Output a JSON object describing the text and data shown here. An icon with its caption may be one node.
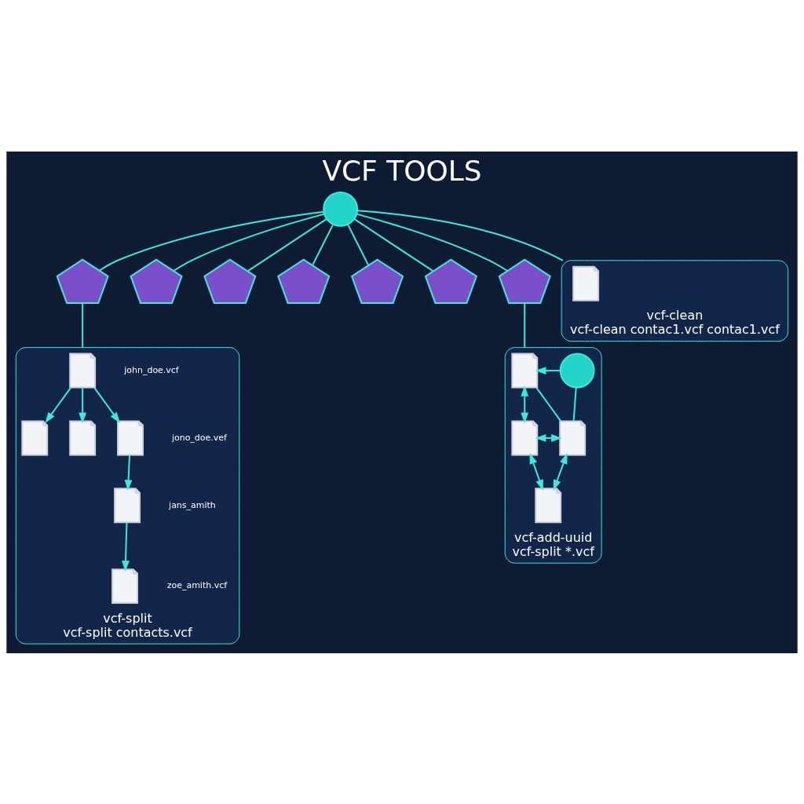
{
  "diagram": {
    "title": "VCF TOOLS",
    "nodes": [
      {
        "text": [],
        "shape": "circle"
      },
      {
        "text": [],
        "shape": "pentagon"
      },
      {
        "text": [],
        "shape": "pentagon"
      },
      {
        "text": [],
        "shape": "pentagon"
      },
      {
        "text": [],
        "shape": "pentagon"
      },
      {
        "text": [],
        "shape": "pentagon"
      },
      {
        "text": [],
        "shape": "pentagon"
      },
      {
        "text": [],
        "shape": "pentagon"
      },
      {
        "text": [
          "vcf-split",
          "vcf-split contacts.vcf"
        ]
      },
      {
        "text": [],
        "shape": "picture",
        "in": 8,
        "beside": [
          "john_doe.vcf"
        ]
      },
      {
        "text": [],
        "shape": "picture",
        "in": 8
      },
      {
        "text": [],
        "shape": "picture",
        "in": 8
      },
      {
        "text": [],
        "shape": "picture",
        "in": 8,
        "beside": [
          "jono_doe.vef"
        ]
      },
      {
        "text": [],
        "shape": "picture",
        "in": 8,
        "beside": [
          "jans_amith"
        ]
      },
      {
        "text": [],
        "shape": "picture",
        "in": 8,
        "beside": [
          "zoe_amith.vcf"
        ]
      },
      {
        "text": [
          "vcf-clean",
          "vcf-clean contac1.vcf contac1.vcf"
        ]
      },
      {
        "text": [],
        "shape": "picture",
        "in": 15
      },
      {
        "text": [
          "vcf-add-uuid",
          "vcf-split *.vcf"
        ]
      },
      {
        "text": [],
        "shape": "picture",
        "in": 17
      },
      {
        "text": [],
        "shape": "picture",
        "in": 17
      },
      {
        "text": [],
        "shape": "circle",
        "in": 17
      },
      {
        "text": [],
        "shape": "picture",
        "in": 17
      },
      {
        "text": [],
        "shape": "picture",
        "in": 17
      }
    ],
    "edges": [
      {
        "from": 0,
        "to": 1,
        "arrow": "none"
      },
      {
        "from": 0,
        "to": 2,
        "arrow": "none"
      },
      {
        "from": 0,
        "to": 3,
        "arrow": "none"
      },
      {
        "from": 0,
        "to": 4,
        "arrow": "none"
      },
      {
        "from": 0,
        "to": 5,
        "arrow": "none"
      },
      {
        "from": 0,
        "to": 6,
        "arrow": "none"
      },
      {
        "from": 0,
        "to": 7,
        "arrow": "none"
      },
      {
        "from": 1,
        "to": 8,
        "arrow": "none"
      },
      {
        "from": 0,
        "to": 15,
        "arrow": "none"
      },
      {
        "from": 7,
        "to": 17,
        "arrow": "none"
      },
      {
        "from": 9,
        "to": 10,
        "arrow": "to"
      },
      {
        "from": 9,
        "to": 11,
        "arrow": "to"
      },
      {
        "from": 9,
        "to": 12,
        "arrow": "to"
      },
      {
        "from": 12,
        "to": 13,
        "arrow": "to"
      },
      {
        "from": 13,
        "to": 14,
        "arrow": "to"
      },
      {
        "from": 19,
        "to": 18,
        "arrow": "both"
      },
      {
        "from": 19,
        "to": 21,
        "arrow": "both"
      },
      {
        "from": 19,
        "to": 22,
        "arrow": "both"
      },
      {
        "from": 18,
        "to": 21,
        "arrow": "none"
      },
      {
        "from": 20,
        "to": 18,
        "arrow": "to"
      },
      {
        "from": 20,
        "to": 21,
        "arrow": "none"
      },
      {
        "from": 21,
        "to": 22,
        "arrow": "both"
      }
    ]
  }
}
